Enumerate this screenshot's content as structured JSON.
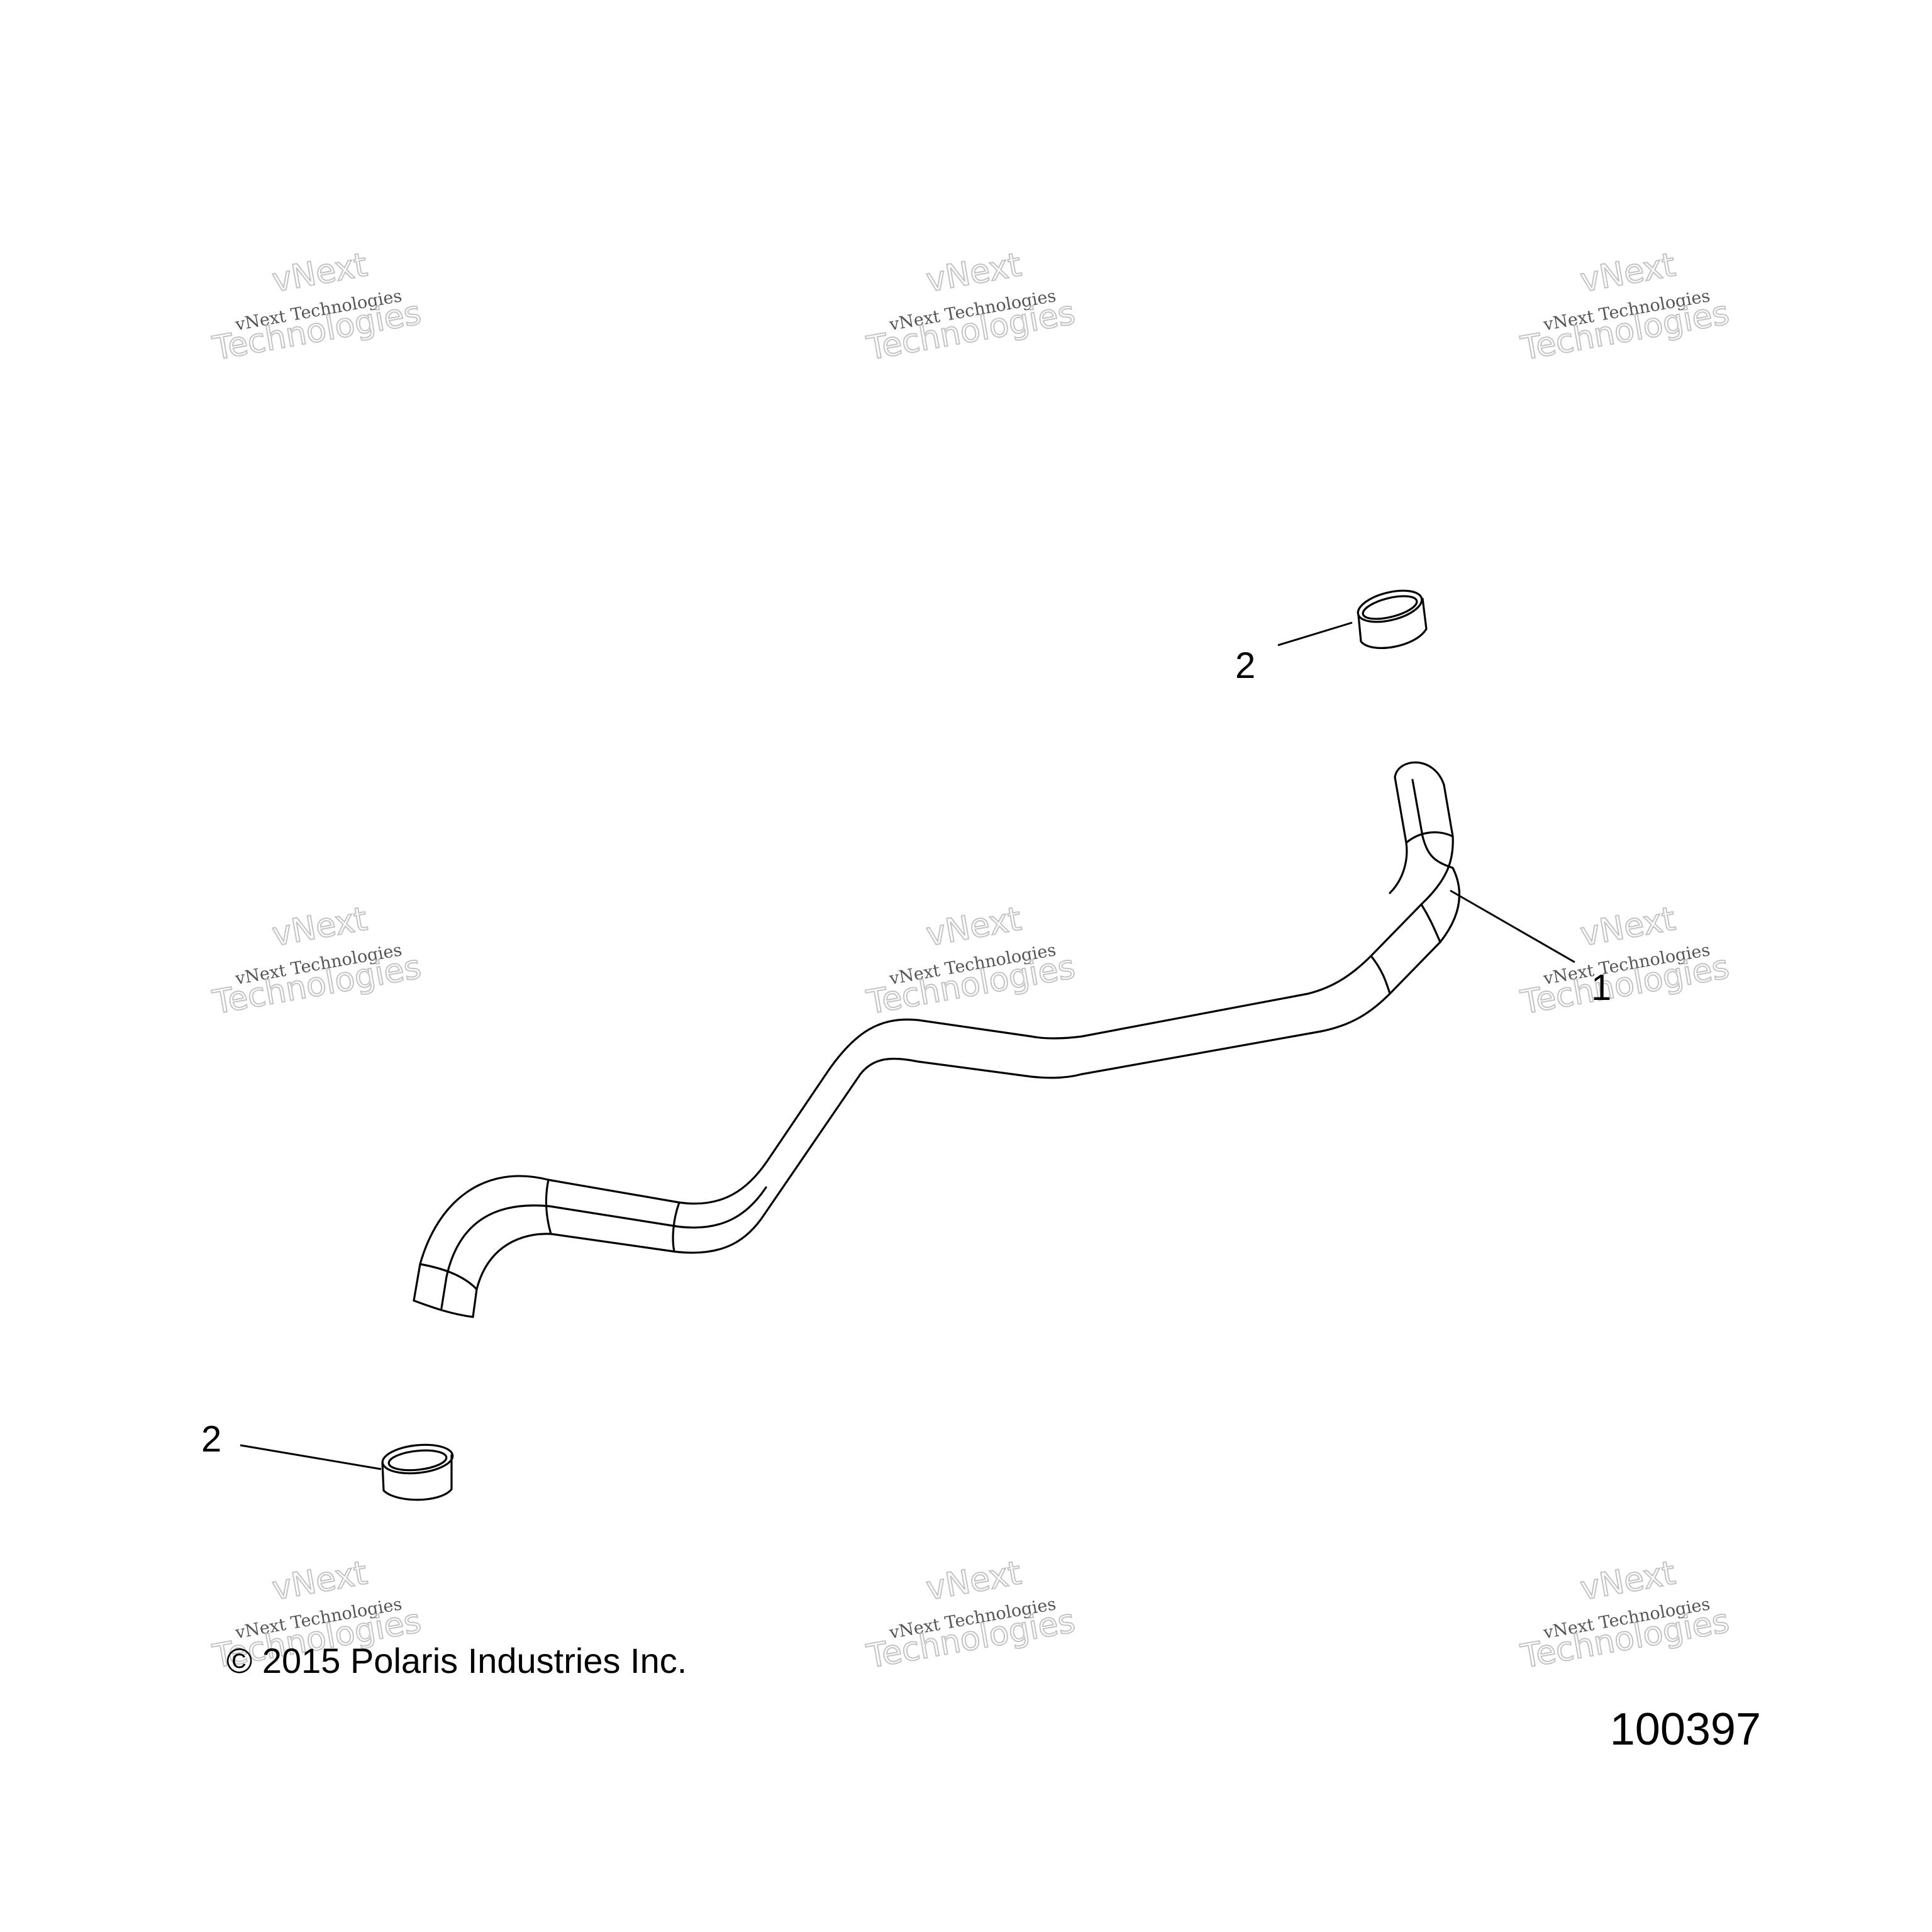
{
  "watermark": {
    "line1": "vNext",
    "line2": "vNext Technologies",
    "line3": "Technologies"
  },
  "callouts": {
    "hose": "1",
    "clamp_top": "2",
    "clamp_bottom": "2"
  },
  "footer": {
    "copyright": "© 2015 Polaris Industries Inc.",
    "figure_number": "100397"
  }
}
